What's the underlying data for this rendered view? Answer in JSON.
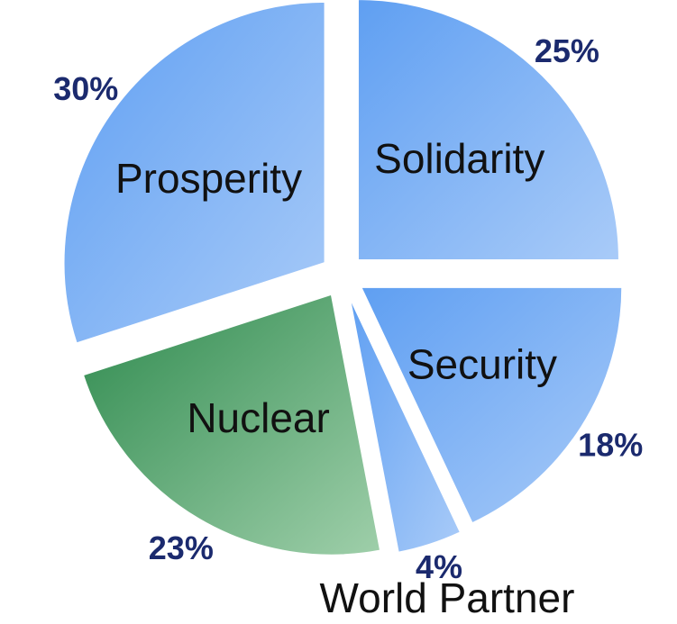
{
  "chart_data": {
    "type": "pie",
    "slices": [
      {
        "label": "Solidarity",
        "value": 25,
        "value_label": "25%",
        "color": "#7fb2f5"
      },
      {
        "label": "Security",
        "value": 18,
        "value_label": "18%",
        "color": "#7fb2f5"
      },
      {
        "label": "World Partner",
        "value": 4,
        "value_label": "4%",
        "color": "#7fb2f5"
      },
      {
        "label": "Nuclear",
        "value": 23,
        "value_label": "23%",
        "color": "#4f9f6a"
      },
      {
        "label": "Prosperity",
        "value": 30,
        "value_label": "30%",
        "color": "#8fbaf5"
      }
    ],
    "exploded": true,
    "start": "top",
    "direction": "clockwise",
    "legend": "none"
  }
}
